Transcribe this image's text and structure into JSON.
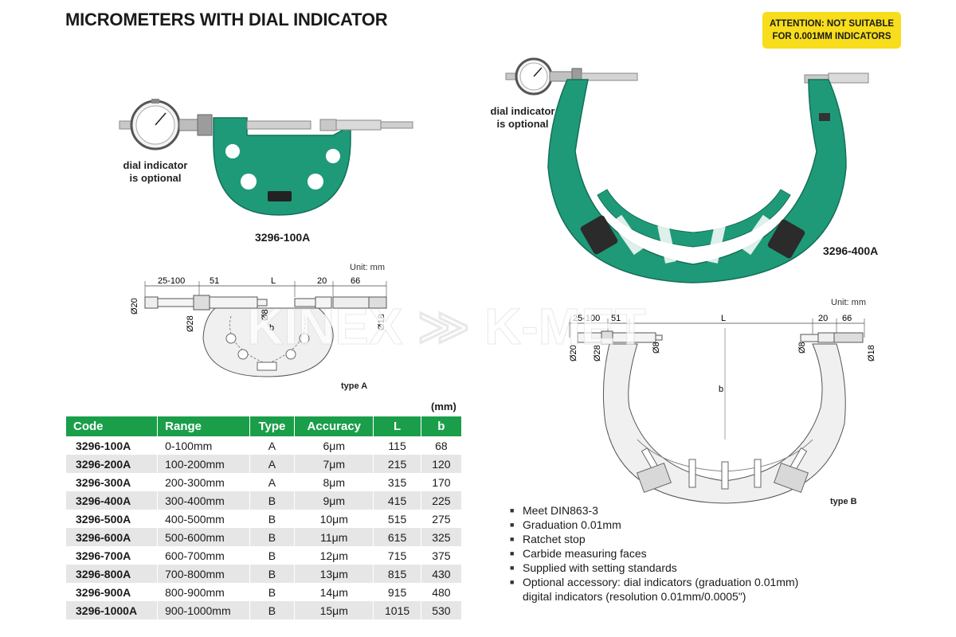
{
  "title": "MICROMETERS WITH DIAL INDICATOR",
  "attention": {
    "line1": "ATTENTION: NOT SUITABLE",
    "line2": "FOR 0.001MM INDICATORS"
  },
  "photos": {
    "small": {
      "model": "3296-100A",
      "caption1": "dial indicator",
      "caption2": "is optional"
    },
    "large": {
      "model": "3296-400A",
      "caption1": "dial indicator",
      "caption2": "is optional"
    }
  },
  "drawings": {
    "type_a": {
      "unit": "Unit: mm",
      "label": "type A",
      "dims": {
        "d1": "25-100",
        "d2": "51",
        "d3": "L",
        "d4": "20",
        "d5": "66",
        "dia20": "Ø20",
        "dia28": "Ø28",
        "dia8": "Ø8",
        "dia18": "Ø18",
        "b": "b"
      }
    },
    "type_b": {
      "unit": "Unit: mm",
      "label": "type B",
      "dims": {
        "d1": "25-100",
        "d2": "51",
        "d3": "L",
        "d4": "20",
        "d5": "66",
        "dia20": "Ø20",
        "dia28": "Ø28",
        "dia8a": "Ø8",
        "dia8b": "Ø8",
        "dia18": "Ø18",
        "b": "b"
      }
    }
  },
  "watermark": "KINEX  ≫ K-MET",
  "table": {
    "unit_note": "(mm)",
    "headers": [
      "Code",
      "Range",
      "Type",
      "Accuracy",
      "L",
      "b"
    ],
    "rows": [
      [
        "3296-100A",
        "0-100mm",
        "A",
        "6μm",
        "115",
        "68"
      ],
      [
        "3296-200A",
        "100-200mm",
        "A",
        "7μm",
        "215",
        "120"
      ],
      [
        "3296-300A",
        "200-300mm",
        "A",
        "8μm",
        "315",
        "170"
      ],
      [
        "3296-400A",
        "300-400mm",
        "B",
        "9μm",
        "415",
        "225"
      ],
      [
        "3296-500A",
        "400-500mm",
        "B",
        "10μm",
        "515",
        "275"
      ],
      [
        "3296-600A",
        "500-600mm",
        "B",
        "11μm",
        "615",
        "325"
      ],
      [
        "3296-700A",
        "600-700mm",
        "B",
        "12μm",
        "715",
        "375"
      ],
      [
        "3296-800A",
        "700-800mm",
        "B",
        "13μm",
        "815",
        "430"
      ],
      [
        "3296-900A",
        "800-900mm",
        "B",
        "14μm",
        "915",
        "480"
      ],
      [
        "3296-1000A",
        "900-1000mm",
        "B",
        "15μm",
        "1015",
        "530"
      ]
    ]
  },
  "features": [
    "Meet DIN863-3",
    "Graduation 0.01mm",
    "Ratchet stop",
    "Carbide measuring faces",
    "Supplied with setting standards",
    "Optional accessory: dial indicators (graduation 0.01mm)"
  ],
  "features_continuation": "digital indicators (resolution 0.01mm/0.0005\")",
  "colors": {
    "frame_green": "#1f9a78",
    "header_green": "#1b9e4a",
    "attention_yellow": "#f7dd1c"
  }
}
